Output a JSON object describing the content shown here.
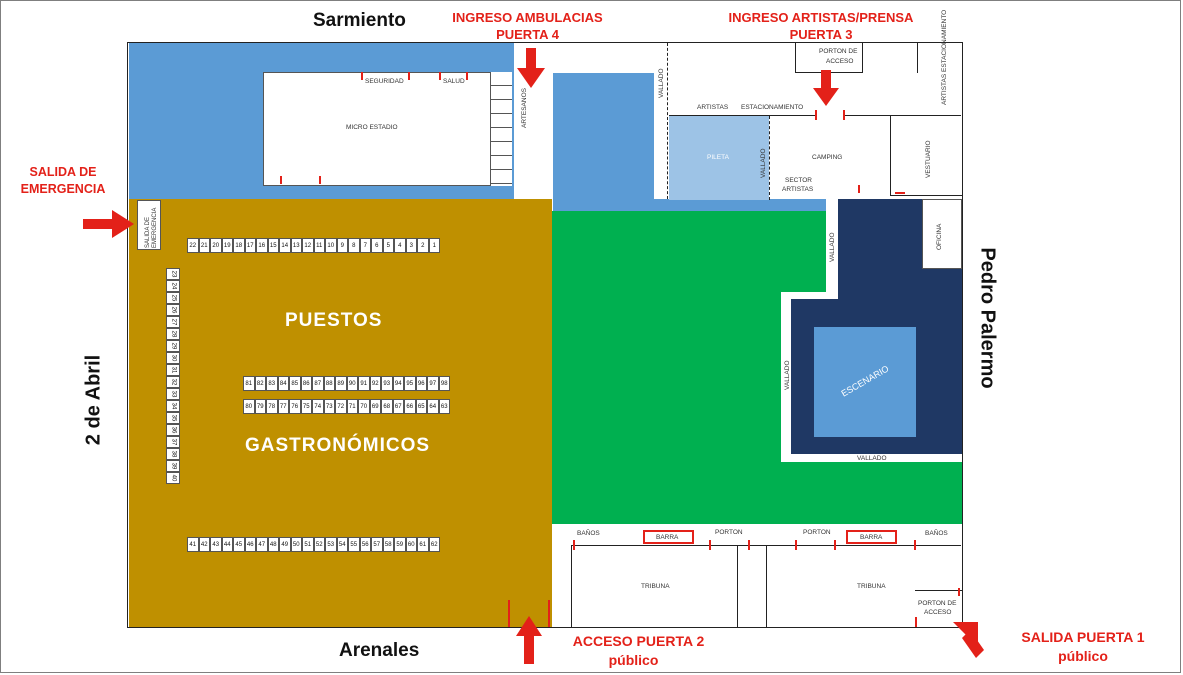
{
  "streets": {
    "top": "Sarmiento",
    "bottom": "Arenales",
    "left": "2 de Abril",
    "right": "Pedro Palermo"
  },
  "entrances": {
    "ambulance": "INGRESO AMBULACIAS",
    "ambulance_door": "PUERTA 4",
    "artists": "INGRESO ARTISTAS/PRENSA",
    "artists_door": "PUERTA 3",
    "emergency": "SALIDA DE",
    "emergency2": "EMERGENCIA",
    "access2": "ACCESO PUERTA 2",
    "access2_sub": "público",
    "exit1": "SALIDA PUERTA 1",
    "exit1_sub": "público"
  },
  "zones": {
    "puestos": "PUESTOS",
    "gastronomicos": "GASTRONÓMICOS",
    "escenario": "ESCENARIO"
  },
  "labels": {
    "micro_estadio": "MICRO ESTADIO",
    "seguridad": "SEGURIDAD",
    "salud": "SALUD",
    "artesanos": "ARTESANOS",
    "vallado": "VALLADO",
    "porton_de": "PORTON DE",
    "acceso": "ACCESO",
    "artistas": "ARTISTAS",
    "estacionamiento": "ESTACIONAMIENTO",
    "artistas_estacionamiento": "ARTISTAS ESTACIONAMIENTO",
    "pileta": "PILETA",
    "camping": "CAMPING",
    "sector": "SECTOR",
    "vestuario": "VESTUARIO",
    "oficina": "OFICINA",
    "salida_emergencia": "SALIDA DE EMERGENCIA",
    "banos": "BAÑOS",
    "barra": "BARRA",
    "porton": "PORTON",
    "tribuna": "TRIBUNA"
  },
  "stalls": {
    "top_row": [
      "22",
      "21",
      "20",
      "19",
      "18",
      "17",
      "16",
      "15",
      "14",
      "13",
      "12",
      "11",
      "10",
      "9",
      "8",
      "7",
      "6",
      "5",
      "4",
      "3",
      "2",
      "1"
    ],
    "left_col": [
      "23",
      "24",
      "25",
      "26",
      "27",
      "28",
      "29",
      "30",
      "31",
      "32",
      "33",
      "34",
      "35",
      "36",
      "37",
      "38",
      "39",
      "40"
    ],
    "mid_row1": [
      "81",
      "82",
      "83",
      "84",
      "85",
      "86",
      "87",
      "88",
      "89",
      "90",
      "91",
      "92",
      "93",
      "94",
      "95",
      "96",
      "97",
      "98"
    ],
    "mid_row2": [
      "80",
      "79",
      "78",
      "77",
      "76",
      "75",
      "74",
      "73",
      "72",
      "71",
      "70",
      "69",
      "68",
      "67",
      "66",
      "65",
      "64",
      "63"
    ],
    "bottom_row": [
      "41",
      "42",
      "43",
      "44",
      "45",
      "46",
      "47",
      "48",
      "49",
      "50",
      "51",
      "52",
      "53",
      "54",
      "55",
      "56",
      "57",
      "58",
      "59",
      "60",
      "61",
      "62"
    ]
  },
  "colors": {
    "blue": "#5b9bd5",
    "light_blue": "#9dc3e6",
    "gold": "#bf9000",
    "green": "#00b050",
    "navy": "#1f3864",
    "stage": "#5b9bd5",
    "red": "#e32119"
  }
}
